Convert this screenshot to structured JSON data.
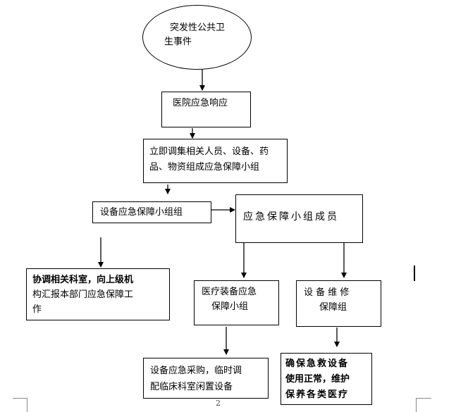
{
  "nodes": {
    "start_line1": "突发性公共卫",
    "start_line2": "生事件",
    "hospital": "医院应急响应",
    "assemble_line1": "立即调集相关人员、设备、药",
    "assemble_line2": "品、物资组成应急保障小组",
    "equip_group": "设备应急保障小组组",
    "members": "应急保障小组成员",
    "coordinate_line1": "协调相关科室，向上级机",
    "coordinate_line2": "构汇报本部门应急保障工",
    "coordinate_line3": "作",
    "medical_line1": "医疗装备应急",
    "medical_line2": "保障小组",
    "repair_line1": "设 备 维 修",
    "repair_line2": "保障组",
    "purchase_line1": "设备应急采购，临时调",
    "purchase_line2": "配临床科室闲置设备",
    "ensure_line1": "确保急救设备",
    "ensure_line2": "使用正常，维护",
    "ensure_line3": "保养各类医疗"
  },
  "page_number": "2"
}
